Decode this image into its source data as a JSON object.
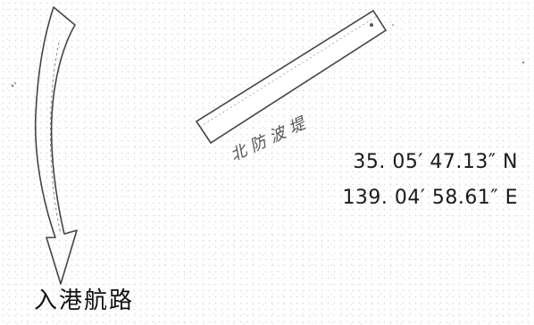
{
  "map": {
    "coordinates": {
      "latitude": "35. 05′ 47.13″ N",
      "longitude": "139. 04′ 58.61″ E"
    },
    "route_label": "入港航路",
    "breakwater_label": "北防波堤",
    "icons": [
      "curved-route-arrow-icon",
      "breakwater-marker-icon"
    ],
    "colors": {
      "line": "#444444",
      "text": "#1a1a1a",
      "background": "#ffffff"
    }
  }
}
